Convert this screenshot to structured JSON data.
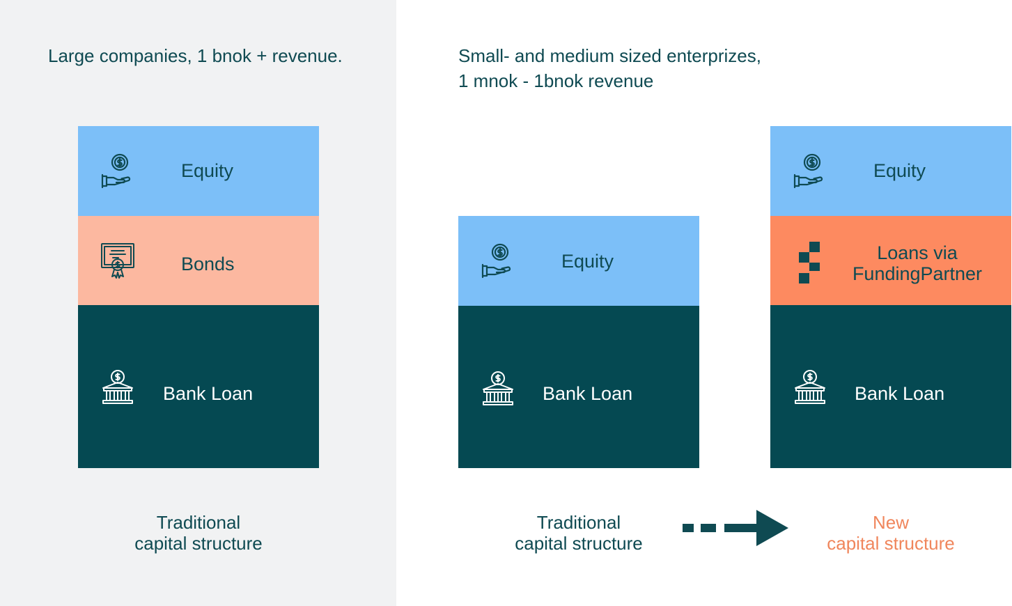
{
  "colors": {
    "equity": "#7cbff8",
    "bonds": "#fcb8a0",
    "fundingpartner": "#fd8a60",
    "bank_loan": "#054952",
    "text_dark": "#0f4a52",
    "accent": "#f0865c",
    "left_background": "#f1f2f3"
  },
  "left": {
    "heading": "Large companies, 1 bnok + revenue.",
    "stack": {
      "equity": {
        "label": "Equity",
        "icon": "hand-coin-icon"
      },
      "bonds": {
        "label": "Bonds",
        "icon": "certificate-icon"
      },
      "bank_loan": {
        "label": "Bank Loan",
        "icon": "bank-icon"
      }
    },
    "caption_line1": "Traditional",
    "caption_line2": "capital structure"
  },
  "right": {
    "heading_line1": "Small- and medium sized enterprizes,",
    "heading_line2": "1 mnok - 1bnok revenue",
    "traditional": {
      "equity": {
        "label": "Equity",
        "icon": "hand-coin-icon"
      },
      "bank_loan": {
        "label": "Bank Loan",
        "icon": "bank-icon"
      },
      "caption_line1": "Traditional",
      "caption_line2": "capital structure"
    },
    "new": {
      "equity": {
        "label": "Equity",
        "icon": "hand-coin-icon"
      },
      "fundingpartner": {
        "label_line1": "Loans via",
        "label_line2": "FundingPartner",
        "icon": "fundingpartner-logo-icon"
      },
      "bank_loan": {
        "label": "Bank Loan",
        "icon": "bank-icon"
      },
      "caption_line1": "New",
      "caption_line2": "capital structure"
    },
    "transition_arrow": "dashed-arrow-icon"
  }
}
